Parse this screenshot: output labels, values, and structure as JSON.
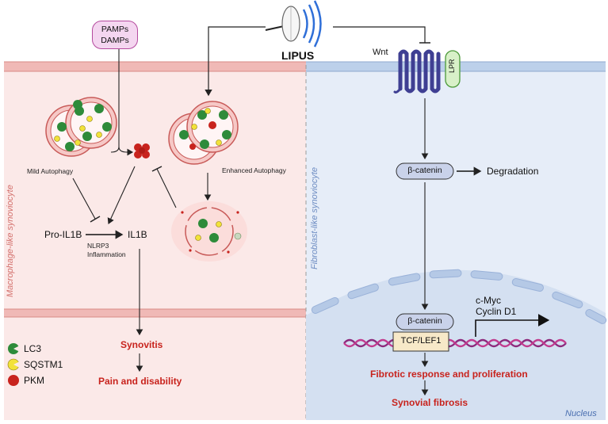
{
  "title_lipus": "LIPUS",
  "left_panel": {
    "side_label": "Macrophage-like synoviocyte",
    "stimulus_line1": "PAMPs",
    "stimulus_line2": "DAMPs",
    "mild_autophagy": "Mild Autophagy",
    "pro_il1b": "Pro-IL1B",
    "il1b": "IL1B",
    "nlrp3_line1": "NLRP3",
    "nlrp3_line2": "Inflammation",
    "synovitis": "Synovitis",
    "pain": "Pain and disability",
    "enhanced_autophagy": "Enhanced Autophagy"
  },
  "legend": {
    "items": [
      {
        "label": "LC3",
        "color": "#2e8b3a"
      },
      {
        "label": "SQSTM1",
        "color": "#f2e23a"
      },
      {
        "label": "PKM",
        "color": "#c8231d"
      }
    ]
  },
  "right_panel": {
    "side_label": "Fibroblast-like synoviocyte",
    "wnt": "Wnt",
    "lpr": "LPR",
    "beta_catenin": "β-catenin",
    "degradation": "Degradation",
    "beta_catenin_nuclear": "β-catenin",
    "tcf_lef1": "TCF/LEF1",
    "cmyc": "c-Myc",
    "cyclin": "Cyclin D1",
    "fibrotic": "Fibrotic response and proliferation",
    "synovial_fibrosis": "Synovial fibrosis",
    "nucleus": "Nucleus"
  },
  "colors": {
    "left_bg": "#fbe9e8",
    "right_bg": "#e6edf8",
    "red_text": "#c8231d",
    "receptor": "#3f3f93",
    "lpr_fill": "#d8f0c8",
    "lpr_stroke": "#4c9a3a",
    "pamps_fill": "#f4d6f0",
    "pamps_stroke": "#b44a9e",
    "dna_strand": "#8c2a7c",
    "dna_strand2": "#c13b8e"
  }
}
